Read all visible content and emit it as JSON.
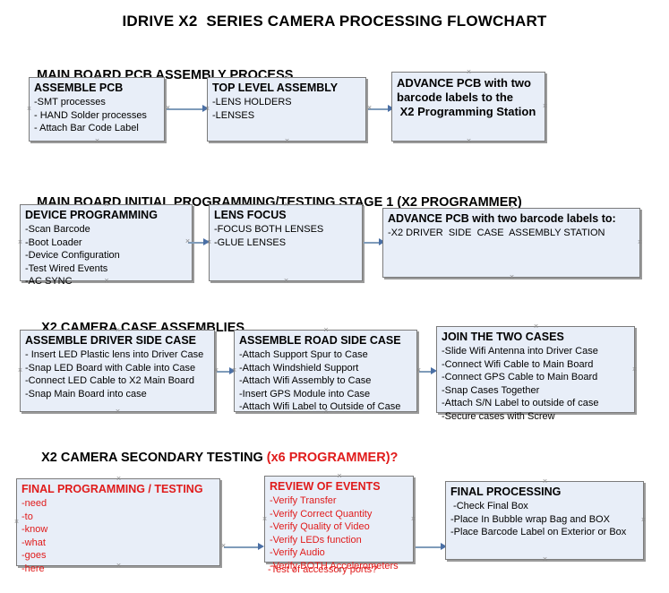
{
  "document": {
    "title": "IDRIVE X2  SERIES CAMERA PROCESSING FLOWCHART"
  },
  "colors": {
    "box_fill": "#e8eef8",
    "box_border": "#7b7b7b",
    "connector": "#7f9cba",
    "arrow": "#4a6fa5",
    "red_text": "#e01b1b",
    "black_text": "#000000",
    "background": "#ffffff"
  },
  "sections": [
    {
      "id": "main-board-pcb-assembly",
      "title": "MAIN BOARD PCB ASSEMBLY PROCESS",
      "title_suffix": "",
      "boxes": [
        {
          "id": "assemble-pcb",
          "header": "ASSEMBLE PCB",
          "items": [
            "-SMT processes",
            "- HAND Solder processes",
            "- Attach Bar Code Label"
          ],
          "red": false
        },
        {
          "id": "top-level-assembly",
          "header": "TOP LEVEL ASSEMBLY",
          "items": [
            "-LENS HOLDERS",
            "-LENSES"
          ],
          "red": false
        },
        {
          "id": "advance-pcb-to-x2-programming-station",
          "header": "ADVANCE PCB with two\nbarcode labels to the\n X2 Programming Station",
          "items": [],
          "red": false
        }
      ]
    },
    {
      "id": "main-board-initial-programming",
      "title": "MAIN BOARD INITIAL PROGRAMMING/TESTING STAGE 1 (X2 PROGRAMMER)",
      "title_suffix": "",
      "boxes": [
        {
          "id": "device-programming",
          "header": "DEVICE PROGRAMMING",
          "items": [
            "-Scan Barcode",
            "-Boot Loader",
            "-Device Configuration",
            "-Test Wired Events",
            "-AC SYNC"
          ],
          "red": false
        },
        {
          "id": "lens-focus",
          "header": "LENS FOCUS",
          "items": [
            "-FOCUS BOTH LENSES",
            "-GLUE LENSES"
          ],
          "red": false
        },
        {
          "id": "advance-pcb-to-driver-side-case-assembly",
          "header": "ADVANCE PCB with two barcode labels to:",
          "items": [
            "-X2 DRIVER  SIDE  CASE  ASSEMBLY STATION"
          ],
          "red": false
        }
      ]
    },
    {
      "id": "x2-camera-case-assemblies",
      "title": "X2 CAMERA CASE ASSEMBLIES",
      "title_suffix": "",
      "boxes": [
        {
          "id": "assemble-driver-side-case",
          "header": "ASSEMBLE DRIVER SIDE CASE",
          "items": [
            "- Insert LED Plastic lens into Driver Case",
            "-Snap LED Board with Cable into Case",
            "-Connect LED Cable to X2 Main Board",
            "-Snap Main Board into case"
          ],
          "red": false
        },
        {
          "id": "assemble-road-side-case",
          "header": "ASSEMBLE ROAD SIDE CASE",
          "items": [
            "-Attach Support Spur to Case",
            "-Attach Windshield Support",
            "-Attach Wifi Assembly to Case",
            "-Insert GPS Module into Case",
            "-Attach Wifi Label to Outside of Case"
          ],
          "red": false
        },
        {
          "id": "join-the-two-cases",
          "header": "JOIN THE TWO CASES",
          "items": [
            "-Slide Wifi Antenna into Driver Case",
            "-Connect Wifi Cable to Main Board",
            "-Connect GPS Cable to Main Board",
            "-Snap Cases Together",
            "-Attach S/N Label to outside of case",
            "-Secure cases with Screw"
          ],
          "red": false
        }
      ]
    },
    {
      "id": "x2-camera-secondary-testing",
      "title": "X2 CAMERA SECONDARY TESTING ",
      "title_suffix": "(x6 PROGRAMMER)?",
      "boxes": [
        {
          "id": "final-programming-testing",
          "header": "FINAL PROGRAMMING / TESTING",
          "items": [
            "-need",
            "-to",
            "-know",
            "-what",
            "-goes",
            "-here"
          ],
          "red": true
        },
        {
          "id": "review-of-events",
          "header": "REVIEW OF EVENTS",
          "items": [
            "-Verify Transfer",
            "-Verify Correct Quantity",
            "-Verify Quality of Video",
            "-Verify LEDs function",
            "-Verify Audio",
            "-Verify BOTH Accelerometers"
          ],
          "overflow_item": "-Test of accessory ports?",
          "red": true
        },
        {
          "id": "final-processing",
          "header": "FINAL PROCESSING",
          "items": [
            " -Check Final Box",
            "-Place In Bubble wrap Bag and BOX",
            "-Place Barcode Label on Exterior or Box"
          ],
          "red": false
        }
      ]
    }
  ]
}
